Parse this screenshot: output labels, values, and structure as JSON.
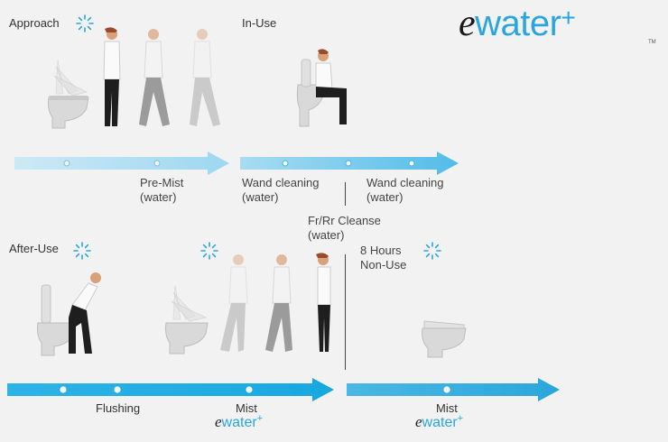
{
  "logo": {
    "e": "e",
    "text": "water",
    "plus": "+",
    "tm": "TM"
  },
  "mini_logo": {
    "e": "e",
    "text": "water",
    "plus": "+"
  },
  "stages": {
    "approach": "Approach",
    "in_use": "In-Use",
    "after_use": "After-Use",
    "non_use_line1": "8 Hours",
    "non_use_line2": "Non-Use"
  },
  "steps": {
    "pre_mist_1": "Pre-Mist",
    "pre_mist_2": "(water)",
    "wand1_1": "Wand cleaning",
    "wand1_2": "(water)",
    "wand2_1": "Wand cleaning",
    "wand2_2": "(water)",
    "cleanse_1": "Fr/Rr Cleanse",
    "cleanse_2": "(water)",
    "flushing": "Flushing",
    "mist_1": "Mist",
    "mist_2": "Mist"
  },
  "colors": {
    "arrow_light": "#a8dcf2",
    "arrow_mid": "#5ec1ea",
    "arrow_strong": "#18a9e1",
    "brand": "#29a6df",
    "background": "#f2f2f2"
  }
}
